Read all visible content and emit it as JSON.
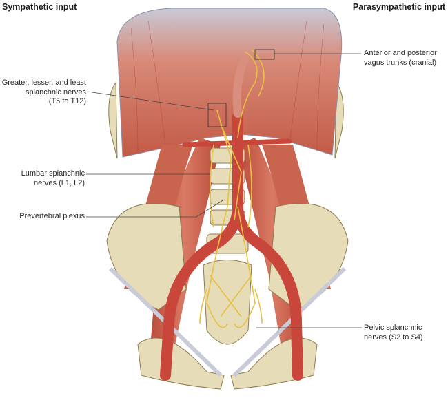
{
  "headers": {
    "left": "Sympathetic input",
    "right": "Parasympathetic input"
  },
  "labels": {
    "greater": [
      "Greater, lesser, and least",
      "splanchnic nerves",
      "(T5 to T12)"
    ],
    "lumbar": [
      "Lumbar splanchnic",
      "nerves (L1, L2)"
    ],
    "prevertebral": [
      "Prevertebral plexus"
    ],
    "vagus": [
      "Anterior and posterior",
      "vagus trunks (cranial)"
    ],
    "pelvic": [
      "Pelvic splanchnic",
      "nerves (S2 to S4)"
    ]
  },
  "colors": {
    "muscle": "#c65a48",
    "bone": "#e6dcb8",
    "artery": "#c9463a",
    "nerve": "#e8c040",
    "tendon": "#c9ccd8"
  }
}
